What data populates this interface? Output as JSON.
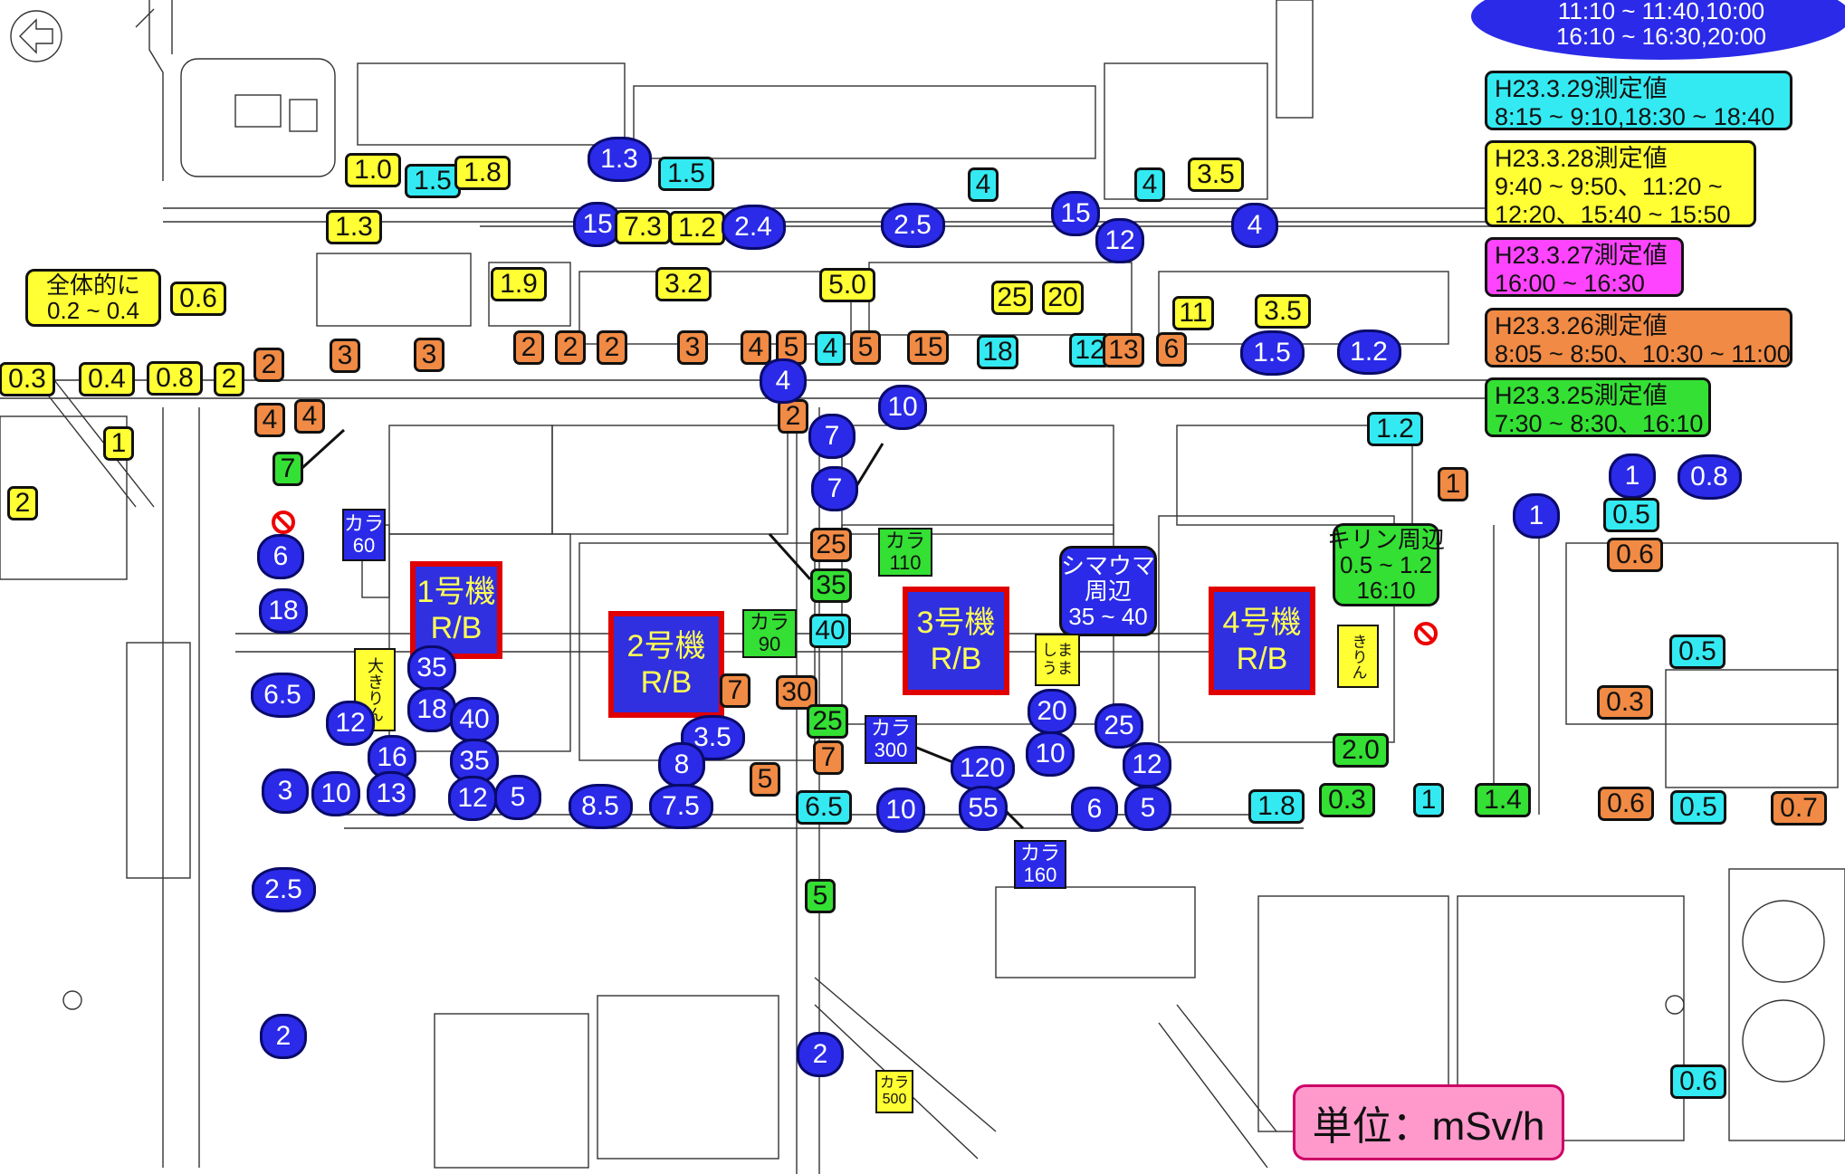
{
  "unit_label": "単位：mSv/h",
  "top_callout_text": "11:10 ~ 11:40,10:00\n16:10 ~ 16:30,20:00",
  "legend": [
    {
      "text": "H23.3.29測定値\n8:15 ~ 9:10,18:30 ~ 18:40",
      "color": "#33eaf2"
    },
    {
      "text": "H23.3.28測定値\n9:40 ~ 9:50、11:20 ~\n12:20、15:40 ~ 15:50",
      "color": "#ffff33"
    },
    {
      "text": "H23.3.27測定値\n16:00 ~ 16:30",
      "color": "#ff44ff"
    },
    {
      "text": "H23.3.26測定値\n8:05 ~ 8:50、10:30 ~ 11:00",
      "color": "#f08a44"
    },
    {
      "text": "H23.3.25測定値\n7:30 ~ 8:30、16:10",
      "color": "#33e033"
    }
  ],
  "reactor_buildings": [
    {
      "name": "1号機\nR/B"
    },
    {
      "name": "2号機\nR/B"
    },
    {
      "name": "3号機\nR/B"
    },
    {
      "name": "4号機\nR/B"
    }
  ],
  "callouts": {
    "overall": "全体的に\n0.2 ~ 0.4",
    "shimauma": "シマウマ\n周辺\n35 ~ 40",
    "kirin": "キリン周辺\n0.5 ~ 1.2\n16:10",
    "ookirin": "大きりん",
    "kirin_small": "きりん",
    "shimauma_small": "しま\nうま",
    "kara60": "カラ\n60",
    "kara110": "カラ\n110",
    "kara90": "カラ\n90",
    "kara300": "カラ\n300",
    "kara160": "カラ\n160",
    "kara500": "カラ\n500"
  },
  "measurements": [
    {
      "v": "1.0",
      "t": "y"
    },
    {
      "v": "1.5",
      "t": "c"
    },
    {
      "v": "1.8",
      "t": "y"
    },
    {
      "v": "1.3",
      "t": "b"
    },
    {
      "v": "1.5",
      "t": "c"
    },
    {
      "v": "4",
      "t": "c"
    },
    {
      "v": "4",
      "t": "c"
    },
    {
      "v": "3.5",
      "t": "y"
    },
    {
      "v": "1.3",
      "t": "y"
    },
    {
      "v": "15",
      "t": "b"
    },
    {
      "v": "7.3",
      "t": "y"
    },
    {
      "v": "1.2",
      "t": "y"
    },
    {
      "v": "2.4",
      "t": "b"
    },
    {
      "v": "2.5",
      "t": "b"
    },
    {
      "v": "15",
      "t": "b"
    },
    {
      "v": "12",
      "t": "b"
    },
    {
      "v": "4",
      "t": "b"
    },
    {
      "v": "0.6",
      "t": "y"
    },
    {
      "v": "1.9",
      "t": "y"
    },
    {
      "v": "3.2",
      "t": "y"
    },
    {
      "v": "5.0",
      "t": "y"
    },
    {
      "v": "25",
      "t": "y"
    },
    {
      "v": "20",
      "t": "y"
    },
    {
      "v": "11",
      "t": "y"
    },
    {
      "v": "3.5",
      "t": "y"
    },
    {
      "v": "0.3",
      "t": "y"
    },
    {
      "v": "0.4",
      "t": "y"
    },
    {
      "v": "0.8",
      "t": "y"
    },
    {
      "v": "2",
      "t": "y"
    },
    {
      "v": "2",
      "t": "o"
    },
    {
      "v": "3",
      "t": "o"
    },
    {
      "v": "3",
      "t": "o"
    },
    {
      "v": "2",
      "t": "o"
    },
    {
      "v": "2",
      "t": "o"
    },
    {
      "v": "2",
      "t": "o"
    },
    {
      "v": "3",
      "t": "o"
    },
    {
      "v": "4",
      "t": "o"
    },
    {
      "v": "5",
      "t": "o"
    },
    {
      "v": "4",
      "t": "c"
    },
    {
      "v": "5",
      "t": "o"
    },
    {
      "v": "15",
      "t": "o"
    },
    {
      "v": "18",
      "t": "c"
    },
    {
      "v": "12",
      "t": "c"
    },
    {
      "v": "13",
      "t": "o"
    },
    {
      "v": "6",
      "t": "o"
    },
    {
      "v": "1.5",
      "t": "b"
    },
    {
      "v": "1.2",
      "t": "b"
    },
    {
      "v": "4",
      "t": "o"
    },
    {
      "v": "4",
      "t": "o"
    },
    {
      "v": "2",
      "t": "o"
    },
    {
      "v": "4",
      "t": "b"
    },
    {
      "v": "2",
      "t": "o"
    },
    {
      "v": "10",
      "t": "b"
    },
    {
      "v": "1.2",
      "t": "c"
    },
    {
      "v": "1",
      "t": "y"
    },
    {
      "v": "2",
      "t": "y"
    },
    {
      "v": "7",
      "t": "g"
    },
    {
      "v": "7",
      "t": "b"
    },
    {
      "v": "7",
      "t": "b"
    },
    {
      "v": "1",
      "t": "o"
    },
    {
      "v": "1",
      "t": "b"
    },
    {
      "v": "0.8",
      "t": "b"
    },
    {
      "v": "0.5",
      "t": "c"
    },
    {
      "v": "1",
      "t": "b"
    },
    {
      "v": "0.6",
      "t": "o"
    },
    {
      "v": "6",
      "t": "b"
    },
    {
      "v": "18",
      "t": "b"
    },
    {
      "v": "25",
      "t": "o"
    },
    {
      "v": "35",
      "t": "g"
    },
    {
      "v": "40",
      "t": "c"
    },
    {
      "v": "0.5",
      "t": "c"
    },
    {
      "v": "6.5",
      "t": "b"
    },
    {
      "v": "35",
      "t": "b"
    },
    {
      "v": "18",
      "t": "b"
    },
    {
      "v": "40",
      "t": "b"
    },
    {
      "v": "12",
      "t": "b"
    },
    {
      "v": "16",
      "t": "b"
    },
    {
      "v": "35",
      "t": "b"
    },
    {
      "v": "7",
      "t": "o"
    },
    {
      "v": "3.5",
      "t": "b"
    },
    {
      "v": "30",
      "t": "o"
    },
    {
      "v": "25",
      "t": "g"
    },
    {
      "v": "20",
      "t": "b"
    },
    {
      "v": "25",
      "t": "b"
    },
    {
      "v": "0.3",
      "t": "o"
    },
    {
      "v": "8",
      "t": "b"
    },
    {
      "v": "7",
      "t": "o"
    },
    {
      "v": "120",
      "t": "b"
    },
    {
      "v": "10",
      "t": "b"
    },
    {
      "v": "12",
      "t": "b"
    },
    {
      "v": "2.0",
      "t": "g"
    },
    {
      "v": "3",
      "t": "b"
    },
    {
      "v": "10",
      "t": "b"
    },
    {
      "v": "13",
      "t": "b"
    },
    {
      "v": "12",
      "t": "b"
    },
    {
      "v": "5",
      "t": "b"
    },
    {
      "v": "8.5",
      "t": "b"
    },
    {
      "v": "7.5",
      "t": "b"
    },
    {
      "v": "5",
      "t": "o"
    },
    {
      "v": "6.5",
      "t": "c"
    },
    {
      "v": "10",
      "t": "b"
    },
    {
      "v": "55",
      "t": "b"
    },
    {
      "v": "6",
      "t": "b"
    },
    {
      "v": "5",
      "t": "b"
    },
    {
      "v": "1.8",
      "t": "c"
    },
    {
      "v": "0.3",
      "t": "g"
    },
    {
      "v": "1",
      "t": "c"
    },
    {
      "v": "1.4",
      "t": "g"
    },
    {
      "v": "0.6",
      "t": "o"
    },
    {
      "v": "0.5",
      "t": "c"
    },
    {
      "v": "0.7",
      "t": "o"
    },
    {
      "v": "2.5",
      "t": "b"
    },
    {
      "v": "5",
      "t": "g"
    },
    {
      "v": "2",
      "t": "b"
    },
    {
      "v": "2",
      "t": "b"
    },
    {
      "v": "0.6",
      "t": "c"
    }
  ]
}
